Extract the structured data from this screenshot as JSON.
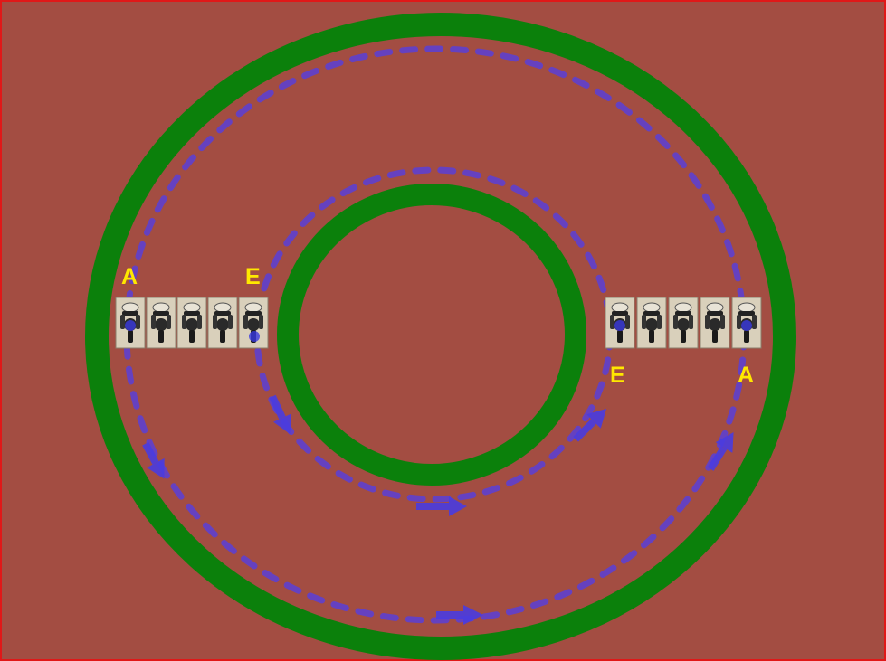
{
  "colors": {
    "background": "#a34d42",
    "border": "#e01818",
    "track": "#0b800b",
    "path": "#5b3fd6",
    "arrow": "#4a3ce0",
    "label": "#ffe800",
    "tile": "#d9d0bb"
  },
  "labels": {
    "left_outer": "A",
    "left_inner": "E",
    "right_inner": "E",
    "right_outer": "A"
  },
  "formations": {
    "left_riders": 5,
    "right_riders": 5
  },
  "icons": {
    "rider": "motorcycle-rider-icon",
    "arrow": "direction-arrow-icon"
  }
}
